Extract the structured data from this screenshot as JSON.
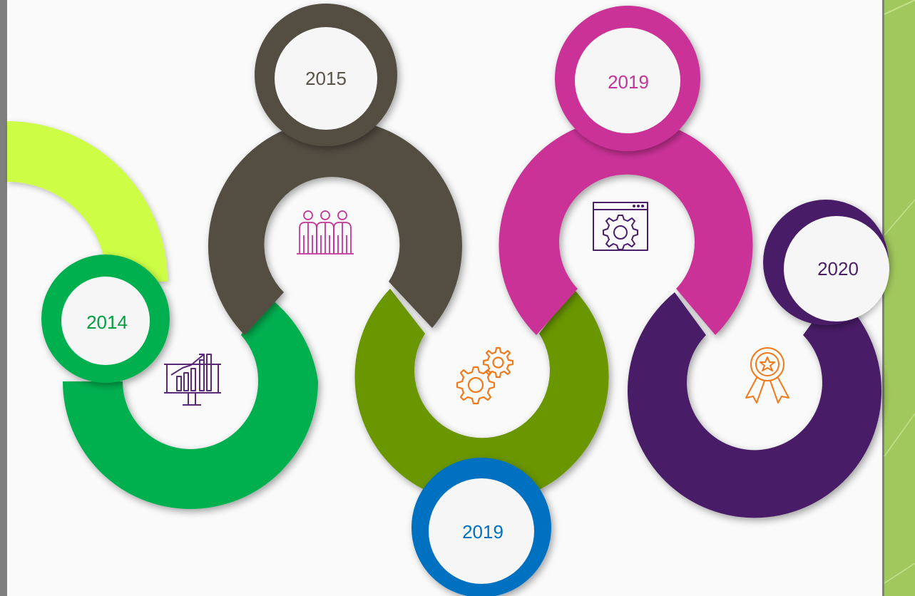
{
  "colors": {
    "frame": "#7f7f7f",
    "slide_background": "#fafafa",
    "side_panel": "#a6cd61",
    "lime": "#cdfe44",
    "green": "#00b050",
    "dark_taupe": "#534e42",
    "olive": "#6b9600",
    "magenta": "#cb3398",
    "purple": "#4a1f68",
    "blue": "#0070c0",
    "inner_circle": "#f6f6f6"
  },
  "timeline": [
    {
      "year": "2014",
      "color": "#00b050",
      "text_color": "#00a040",
      "icon": "presentation-chart-icon",
      "icon_color": "#5a2a78"
    },
    {
      "year": "2015",
      "color": "#534e42",
      "text_color": "#5a5446",
      "icon": "business-team-icon",
      "icon_color": "#c2359a"
    },
    {
      "year": "2019",
      "color": "#6b9600",
      "text_color": "#0070c0",
      "icon": "gears-icon",
      "icon_color": "#f07a1a",
      "badge_color": "#0070c0"
    },
    {
      "year": "2019",
      "color": "#cb3398",
      "text_color": "#c2359a",
      "icon": "settings-window-icon",
      "icon_color": "#4a1f68"
    },
    {
      "year": "2020",
      "color": "#4a1f68",
      "text_color": "#4a1f68",
      "icon": "award-ribbon-icon",
      "icon_color": "#f07a1a"
    }
  ]
}
